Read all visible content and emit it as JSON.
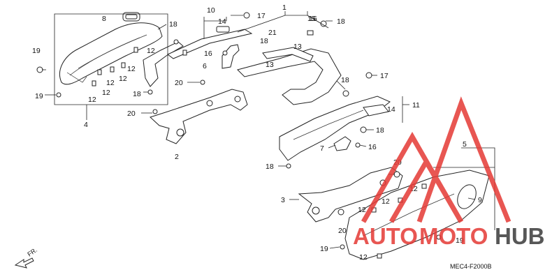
{
  "diagram": {
    "code": "MEC4-F2000B",
    "direction_label": "FR.",
    "callouts": [
      {
        "id": "c1",
        "text": "1"
      },
      {
        "id": "c2",
        "text": "2"
      },
      {
        "id": "c3",
        "text": "3"
      },
      {
        "id": "c4",
        "text": "4"
      },
      {
        "id": "c5",
        "text": "5"
      },
      {
        "id": "c6",
        "text": "6"
      },
      {
        "id": "c7",
        "text": "7"
      },
      {
        "id": "c8",
        "text": "8"
      },
      {
        "id": "c9",
        "text": "9"
      },
      {
        "id": "c10",
        "text": "10"
      },
      {
        "id": "c11",
        "text": "11"
      },
      {
        "id": "c12a",
        "text": "12"
      },
      {
        "id": "c12b",
        "text": "12"
      },
      {
        "id": "c12c",
        "text": "12"
      },
      {
        "id": "c12d",
        "text": "12"
      },
      {
        "id": "c12e",
        "text": "12"
      },
      {
        "id": "c12f",
        "text": "12"
      },
      {
        "id": "c12g",
        "text": "12"
      },
      {
        "id": "c12h",
        "text": "12"
      },
      {
        "id": "c12i",
        "text": "12"
      },
      {
        "id": "c12j",
        "text": "12"
      },
      {
        "id": "c13a",
        "text": "13"
      },
      {
        "id": "c13b",
        "text": "13"
      },
      {
        "id": "c14a",
        "text": "14"
      },
      {
        "id": "c14b",
        "text": "14"
      },
      {
        "id": "c15",
        "text": "15"
      },
      {
        "id": "c16a",
        "text": "16"
      },
      {
        "id": "c16b",
        "text": "16"
      },
      {
        "id": "c16c",
        "text": "16"
      },
      {
        "id": "c17a",
        "text": "17"
      },
      {
        "id": "c17b",
        "text": "17"
      },
      {
        "id": "c18a",
        "text": "18"
      },
      {
        "id": "c18b",
        "text": "18"
      },
      {
        "id": "c18c",
        "text": "18"
      },
      {
        "id": "c18d",
        "text": "18"
      },
      {
        "id": "c18e",
        "text": "18"
      },
      {
        "id": "c18f",
        "text": "18"
      },
      {
        "id": "c18g",
        "text": "18"
      },
      {
        "id": "c19a",
        "text": "19"
      },
      {
        "id": "c19b",
        "text": "19"
      },
      {
        "id": "c19c",
        "text": "19"
      },
      {
        "id": "c19d",
        "text": "19"
      },
      {
        "id": "c20a",
        "text": "20"
      },
      {
        "id": "c20b",
        "text": "20"
      },
      {
        "id": "c20c",
        "text": "20"
      },
      {
        "id": "c20d",
        "text": "20"
      },
      {
        "id": "c21",
        "text": "21"
      }
    ]
  },
  "watermark": {
    "brand_part1": "AUTO",
    "brand_part2": "MOTO",
    "brand_part3": "HUB",
    "color_red": "#e53935",
    "color_dark": "#3a3a3a"
  }
}
